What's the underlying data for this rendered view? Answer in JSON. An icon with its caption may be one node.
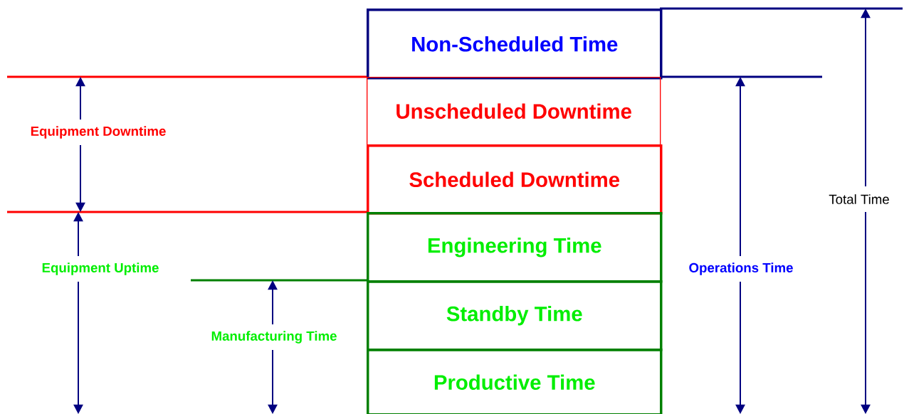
{
  "diagram": {
    "nodes": [
      {
        "text": [
          "Non-Scheduled Time"
        ]
      },
      {
        "text": [
          "Unscheduled Downtime"
        ]
      },
      {
        "text": [
          "Scheduled Downtime"
        ]
      },
      {
        "text": [
          "Engineering Time"
        ]
      },
      {
        "text": [
          "Standby Time"
        ]
      },
      {
        "text": [
          "Productive Time"
        ]
      }
    ],
    "labels": [
      "Equipment Downtime",
      "Equipment Uptime",
      "Manufacturing Time",
      "Operations Time",
      "Total Time"
    ]
  }
}
